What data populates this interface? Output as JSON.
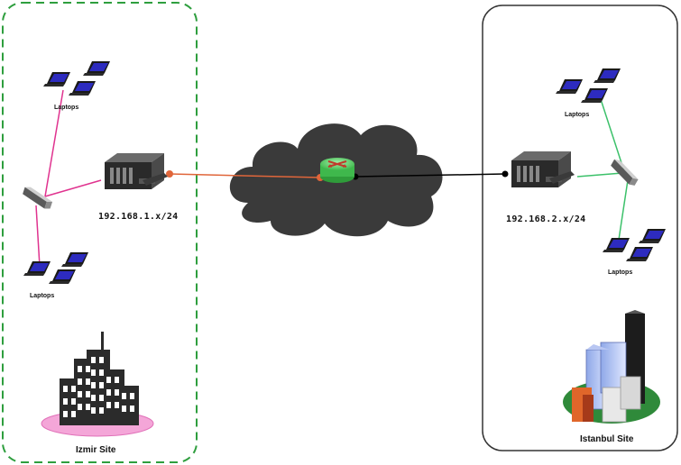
{
  "sites": {
    "left": {
      "name": "Izmir Site",
      "subnet": "192.168.1.x/24",
      "laptops_top_label": "Laptops",
      "laptops_bottom_label": "Laptops",
      "border_color": "#2e9e3e",
      "link_color": "#e0338f"
    },
    "right": {
      "name": "Istanbul Site",
      "subnet": "192.168.2.x/24",
      "laptops_top_label": "Laptops",
      "laptops_bottom_label": "Laptops",
      "border_color": "#333333",
      "link_color": "#3cc16a"
    }
  },
  "wan": {
    "cloud_color": "#3a3a3a",
    "left_link_color": "#e0663a",
    "right_link_color": "#000000",
    "router_color": "#4ccf5a"
  },
  "icons": [
    "laptop-icon",
    "switch-icon",
    "server-icon",
    "router-icon",
    "cloud-icon",
    "city-icon"
  ]
}
